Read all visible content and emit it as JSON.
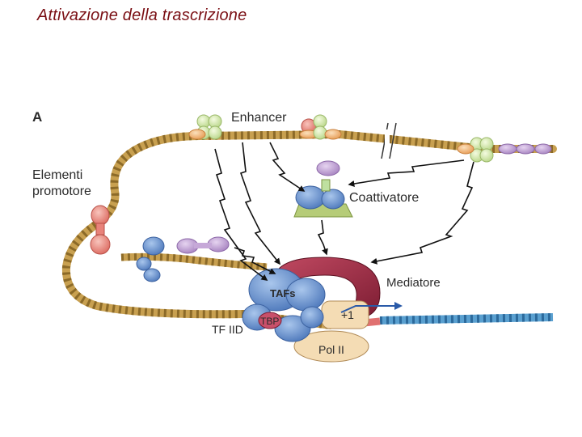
{
  "title": "Attivazione della trascrizione",
  "figure": {
    "panel_letter": "A",
    "labels": {
      "enhancer": "Enhancer",
      "promoter_line1": "Elementi",
      "promoter_line2": "promotore",
      "coactivator": "Coattivatore",
      "mediator": "Mediatore",
      "tafs": "TAFs",
      "tbp": "TBP",
      "tfiid": "TF IID",
      "start_site": "+1",
      "pol2": "Pol II"
    },
    "colors": {
      "dna": "#c8a050",
      "dna_dark": "#8c6a28",
      "rna_helix": "#5aa0d0",
      "activator_green": "#cfe6a0",
      "activator_purple": "#c6a8d8",
      "activator_red": "#e8827a",
      "orange": "#f0b070",
      "blue_protein": "#6f98d0",
      "mediator": "#9c2c44",
      "polII": "#f4dcb4",
      "platform": "#b6cc78",
      "arrow": "#111111",
      "title": "#7a0f14"
    }
  }
}
